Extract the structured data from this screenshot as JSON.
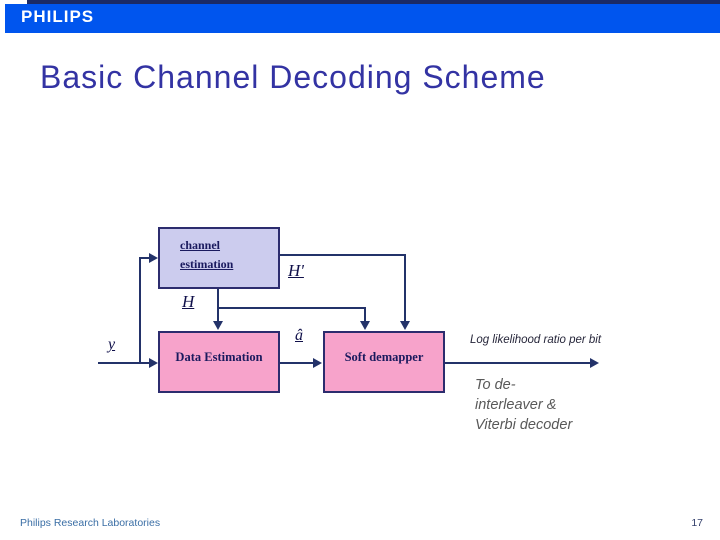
{
  "banner": {
    "logo": "PHILIPS"
  },
  "title": "Basic Channel Decoding Scheme",
  "diagram": {
    "channel_estimation_label": "channel\nestimation",
    "data_estimation_label": "Data Estimation",
    "soft_demapper_label": "Soft demapper",
    "input_label": "y",
    "h_label": "H",
    "h_prime_label": "H'",
    "a_hat_label": "â",
    "llr_annotation": "Log likelihood ratio per bit",
    "output_annotation": "To de-\ninterleaver &\nViterbi decoder"
  },
  "footer": {
    "left": "Philips Research Laboratories",
    "page_number": "17"
  },
  "colors": {
    "banner_blue": "#0055ee",
    "top_strip_navy": "#1b2a66",
    "title_indigo": "#3333a3",
    "line_navy": "#233269",
    "lavender_fill": "#ccccee",
    "pink_fill": "#f7a3cb",
    "box_border": "#2c2c6e",
    "box_text_navy": "#1a1a5e",
    "annotation_gray": "#595959",
    "footer_blue": "#3a6ea5"
  }
}
